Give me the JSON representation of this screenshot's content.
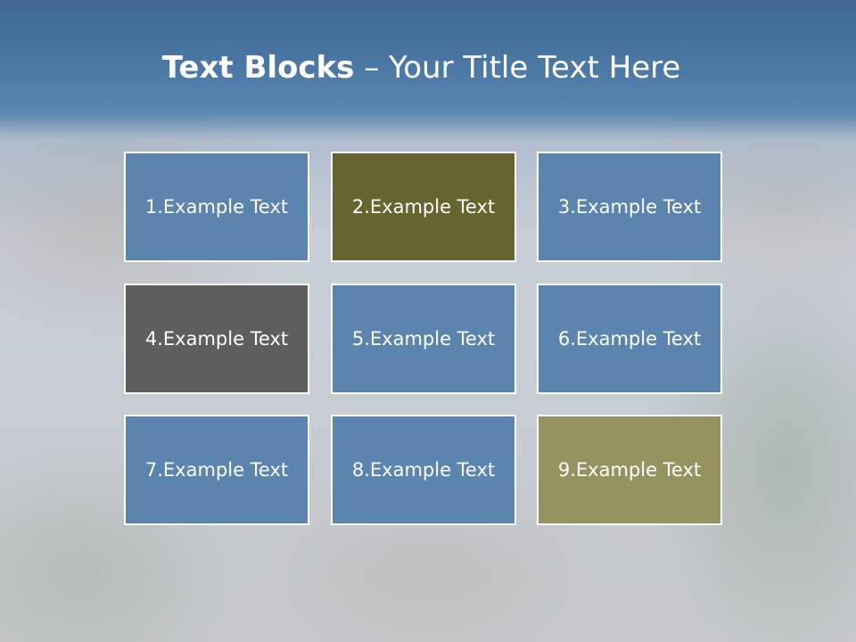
{
  "slide": {
    "title_bold": "Text Blocks",
    "title_rest": " – Your Title Text Here"
  },
  "blocks": [
    {
      "label": "1.Example Text",
      "color": "#5b84ae"
    },
    {
      "label": "2.Example Text",
      "color": "#66642f"
    },
    {
      "label": "3.Example Text",
      "color": "#5b84ae"
    },
    {
      "label": "4.Example Text",
      "color": "#5e5e5e"
    },
    {
      "label": "5.Example Text",
      "color": "#5b84ae"
    },
    {
      "label": "6.Example Text",
      "color": "#5b84ae"
    },
    {
      "label": "7.Example Text",
      "color": "#5b84ae"
    },
    {
      "label": "8.Example Text",
      "color": "#5b84ae"
    },
    {
      "label": "9.Example Text",
      "color": "#959461"
    }
  ]
}
